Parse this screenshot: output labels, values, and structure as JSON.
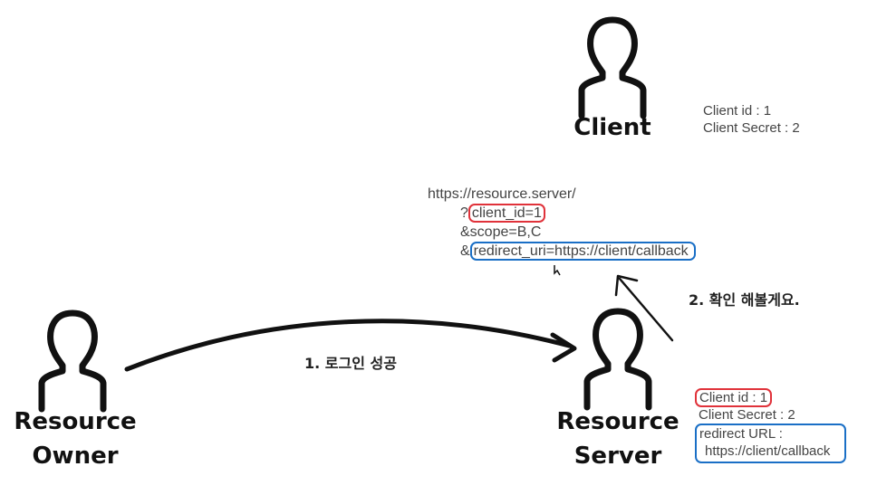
{
  "actors": {
    "client": {
      "label": "Client"
    },
    "owner": {
      "label_lines": [
        "Resource",
        "Owner"
      ]
    },
    "server": {
      "label_lines": [
        "Resource",
        "Server"
      ]
    }
  },
  "client_info": {
    "lines": [
      "Client id : 1",
      "Client Secret : 2"
    ]
  },
  "request_url": {
    "base": "https://resource.server/",
    "q_prefix": "?",
    "client_id": "client_id=1",
    "scope": "&scope=B,C",
    "amp": "&",
    "redirect_uri": "redirect_uri=https://client/callback"
  },
  "steps": {
    "login": "1. 로그인 성공",
    "verify": "2. 확인 해볼게요."
  },
  "server_info": {
    "client_id": "Client id : 1",
    "client_secret": "Client Secret : 2",
    "redirect_label": "redirect URL :",
    "redirect_value": "https://client/callback"
  },
  "colors": {
    "highlight_red": "#e0323a",
    "highlight_blue": "#1a6fc6",
    "ink": "#111111"
  }
}
